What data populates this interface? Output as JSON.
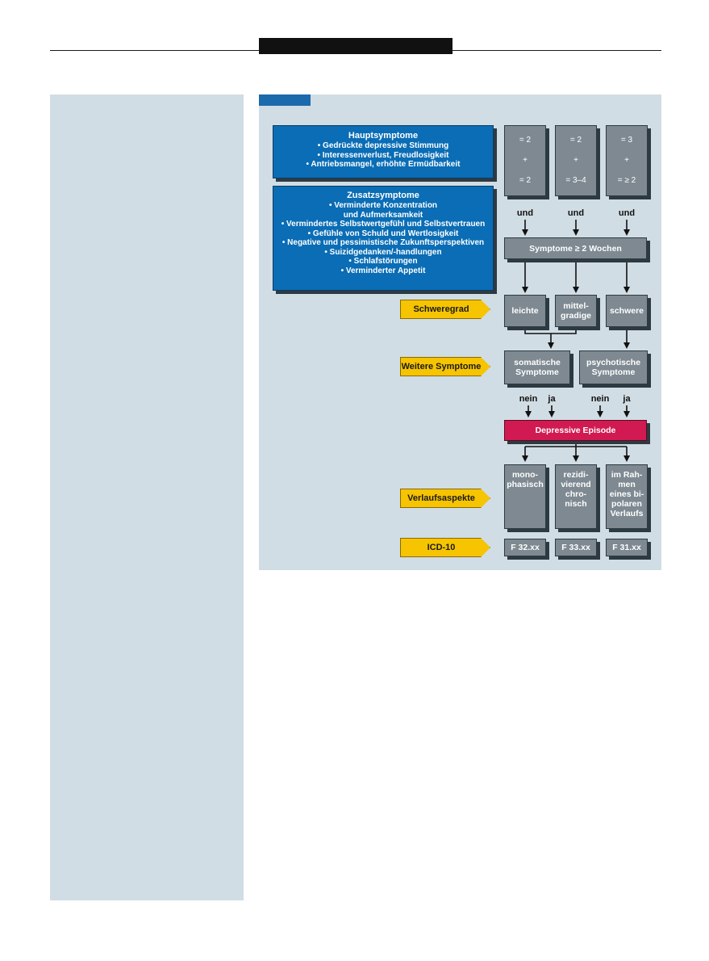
{
  "diagram": {
    "haupt": {
      "title": "Hauptsymptome",
      "lines": [
        "• Gedrückte depressive Stimmung",
        "• Interessenverlust, Freudlosigkeit",
        "• Antriebsmangel, erhöhte Ermüdbarkeit"
      ]
    },
    "zusatz": {
      "title": "Zusatzsymptome",
      "lines": [
        "• Verminderte Konzentration",
        "und Aufmerksamkeit",
        "• Vermindertes Selbstwertgefühl und Selbstvertrauen",
        "• Gefühle von Schuld und Wertlosigkeit",
        "• Negative und pessimistische Zukunftsperspektiven",
        "• Suizidgedanken/-handlungen",
        "• Schlafstörungen",
        "• Verminderter Appetit"
      ]
    },
    "criteria": [
      {
        "top": "= 2",
        "plus": "+",
        "bottom": "= 2"
      },
      {
        "top": "= 2",
        "plus": "+",
        "bottom": "= 3–4"
      },
      {
        "top": "= 3",
        "plus": "+",
        "bottom": "= ≥ 2"
      }
    ],
    "und": "und",
    "duration": "Symptome ≥ 2 Wochen",
    "labels": {
      "schweregrad": "Schweregrad",
      "weitere": "Weitere Symptome",
      "verlauf": "Verlaufsaspekte",
      "icd": "ICD-10"
    },
    "severity": [
      "leichte",
      "mittel-\ngradige",
      "schwere"
    ],
    "further": [
      "somatische\nSymptome",
      "psychotische\nSymptome"
    ],
    "nein": "nein",
    "ja": "ja",
    "episode": "Depressive Episode",
    "course": [
      "mono-\nphasisch",
      "rezidi-\nvierend\nchro-\nnisch",
      "im Rah-\nmen\neines bi-\npolaren\nVerlaufs"
    ],
    "icd_codes": [
      "F 32.xx",
      "F 33.xx",
      "F 31.xx"
    ]
  }
}
